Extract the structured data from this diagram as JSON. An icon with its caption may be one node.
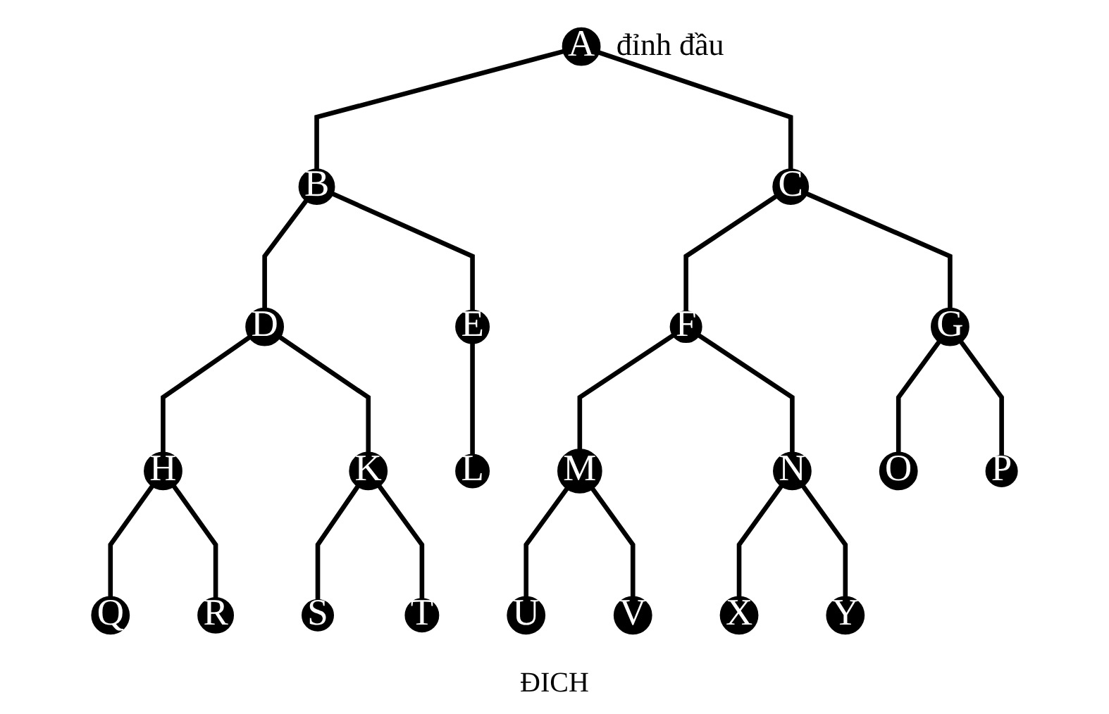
{
  "diagram": {
    "nodes": [
      {
        "text": [
          "A"
        ],
        "beside": [
          "đỉnh đầu"
        ]
      },
      {
        "text": [
          "B"
        ]
      },
      {
        "text": [
          "C"
        ]
      },
      {
        "text": [
          "D"
        ]
      },
      {
        "text": [
          "E"
        ]
      },
      {
        "text": [
          "F"
        ]
      },
      {
        "text": [
          "G"
        ]
      },
      {
        "text": [
          "H"
        ]
      },
      {
        "text": [
          "K"
        ]
      },
      {
        "text": [
          "L"
        ]
      },
      {
        "text": [
          "M"
        ]
      },
      {
        "text": [
          "N"
        ]
      },
      {
        "text": [
          "O"
        ]
      },
      {
        "text": [
          "P"
        ]
      },
      {
        "text": [
          "Q"
        ]
      },
      {
        "text": [
          "R"
        ]
      },
      {
        "text": [
          "S"
        ]
      },
      {
        "text": [
          "T"
        ]
      },
      {
        "text": [
          "U"
        ]
      },
      {
        "text": [
          "V"
        ]
      },
      {
        "text": [
          "X"
        ]
      },
      {
        "text": [
          "Y"
        ]
      }
    ],
    "edges": [
      {
        "from": 0,
        "to": 1,
        "arrow": "none"
      },
      {
        "from": 0,
        "to": 2,
        "arrow": "none"
      },
      {
        "from": 1,
        "to": 3,
        "arrow": "none"
      },
      {
        "from": 1,
        "to": 4,
        "arrow": "none"
      },
      {
        "from": 2,
        "to": 5,
        "arrow": "none"
      },
      {
        "from": 2,
        "to": 6,
        "arrow": "none"
      },
      {
        "from": 3,
        "to": 7,
        "arrow": "none"
      },
      {
        "from": 3,
        "to": 8,
        "arrow": "none"
      },
      {
        "from": 4,
        "to": 9,
        "arrow": "none"
      },
      {
        "from": 5,
        "to": 10,
        "arrow": "none"
      },
      {
        "from": 5,
        "to": 11,
        "arrow": "none"
      },
      {
        "from": 6,
        "to": 12,
        "arrow": "none"
      },
      {
        "from": 6,
        "to": 13,
        "arrow": "none"
      },
      {
        "from": 7,
        "to": 14,
        "arrow": "none"
      },
      {
        "from": 7,
        "to": 15,
        "arrow": "none"
      },
      {
        "from": 8,
        "to": 16,
        "arrow": "none"
      },
      {
        "from": 8,
        "to": 17,
        "arrow": "none"
      },
      {
        "from": 10,
        "to": 18,
        "arrow": "none"
      },
      {
        "from": 10,
        "to": 19,
        "arrow": "none"
      },
      {
        "from": 11,
        "to": 20,
        "arrow": "none"
      },
      {
        "from": 11,
        "to": 21,
        "arrow": "none"
      }
    ],
    "labels": [
      "ĐICH"
    ]
  }
}
